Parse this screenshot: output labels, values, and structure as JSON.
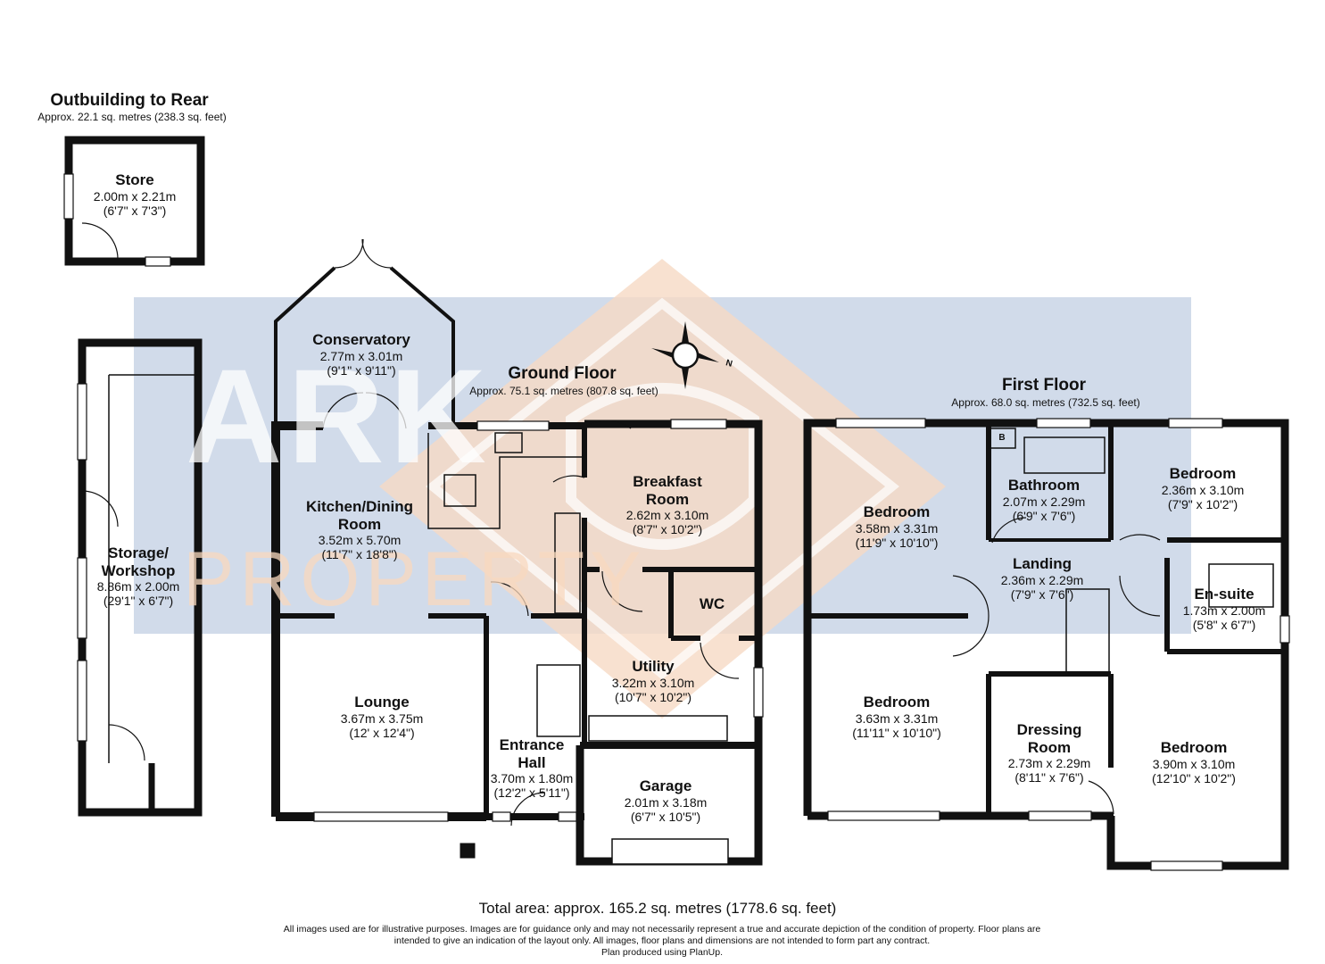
{
  "watermark": {
    "brand_primary": "ARK",
    "brand_secondary": "PROPERTY",
    "band_color": "#c9d5e6",
    "diamond_color": "#f6d9c4",
    "brand_text_color": "#ffffff",
    "secondary_text_color": "#f9d9bf"
  },
  "outbuilding": {
    "title": "Outbuilding to Rear",
    "area": "Approx. 22.1 sq. metres (238.3 sq. feet)"
  },
  "ground_floor": {
    "title": "Ground Floor",
    "area": "Approx. 75.1 sq. metres (807.8 sq. feet)"
  },
  "first_floor": {
    "title": "First Floor",
    "area": "Approx. 68.0 sq. metres (732.5 sq. feet)"
  },
  "rooms": [
    {
      "id": "store",
      "name": "Store",
      "metric": "2.00m x 2.21m",
      "imperial": "(6'7\" x 7'3\")"
    },
    {
      "id": "storage-workshop",
      "name": "Storage/",
      "name2": "Workshop",
      "metric": "8.86m x 2.00m",
      "imperial": "(29'1\" x 6'7\")"
    },
    {
      "id": "conservatory",
      "name": "Conservatory",
      "metric": "2.77m x 3.01m",
      "imperial": "(9'1\" x 9'11\")"
    },
    {
      "id": "kitchen-dining",
      "name": "Kitchen/Dining",
      "name2": "Room",
      "metric": "3.52m x 5.70m",
      "imperial": "(11'7\" x 18'8\")"
    },
    {
      "id": "breakfast",
      "name": "Breakfast",
      "name2": "Room",
      "metric": "2.62m x 3.10m",
      "imperial": "(8'7\" x 10'2\")"
    },
    {
      "id": "wc",
      "name": "WC"
    },
    {
      "id": "utility",
      "name": "Utility",
      "metric": "3.22m x 3.10m",
      "imperial": "(10'7\" x 10'2\")"
    },
    {
      "id": "lounge",
      "name": "Lounge",
      "metric": "3.67m x 3.75m",
      "imperial": "(12' x 12'4\")"
    },
    {
      "id": "entrance-hall",
      "name": "Entrance",
      "name2": "Hall",
      "metric": "3.70m x 1.80m",
      "imperial": "(12'2\" x 5'11\")"
    },
    {
      "id": "garage",
      "name": "Garage",
      "metric": "2.01m x 3.18m",
      "imperial": "(6'7\" x 10'5\")"
    },
    {
      "id": "bedroom-1",
      "name": "Bedroom",
      "metric": "3.58m x 3.31m",
      "imperial": "(11'9\" x 10'10\")"
    },
    {
      "id": "bathroom",
      "name": "Bathroom",
      "metric": "2.07m x 2.29m",
      "imperial": "(6'9\" x 7'6\")"
    },
    {
      "id": "bedroom-2",
      "name": "Bedroom",
      "metric": "2.36m x 3.10m",
      "imperial": "(7'9\" x 10'2\")"
    },
    {
      "id": "landing",
      "name": "Landing",
      "metric": "2.36m x 2.29m",
      "imperial": "(7'9\" x 7'6\")"
    },
    {
      "id": "en-suite",
      "name": "En-suite",
      "metric": "1.73m x 2.00m",
      "imperial": "(5'8\" x 6'7\")"
    },
    {
      "id": "bedroom-3",
      "name": "Bedroom",
      "metric": "3.63m x 3.31m",
      "imperial": "(11'11\" x 10'10\")"
    },
    {
      "id": "dressing-room",
      "name": "Dressing",
      "name2": "Room",
      "metric": "2.73m x 2.29m",
      "imperial": "(8'11\" x 7'6\")"
    },
    {
      "id": "bedroom-4",
      "name": "Bedroom",
      "metric": "3.90m x 3.10m",
      "imperial": "(12'10\" x 10'2\")"
    }
  ],
  "boiler_label": "B",
  "compass": {
    "north_label": "N"
  },
  "total_area": "Total area: approx. 165.2 sq. metres (1778.6 sq. feet)",
  "disclaimer": {
    "line1": "All images used are for illustrative purposes. Images are for guidance only and may not necessarily represent a true and accurate depiction of the condition of property. Floor plans are",
    "line2": "intended to give an indication of the layout only. All images, floor plans and dimensions are not intended to form part any contract.",
    "line3": "Plan produced using PlanUp."
  }
}
